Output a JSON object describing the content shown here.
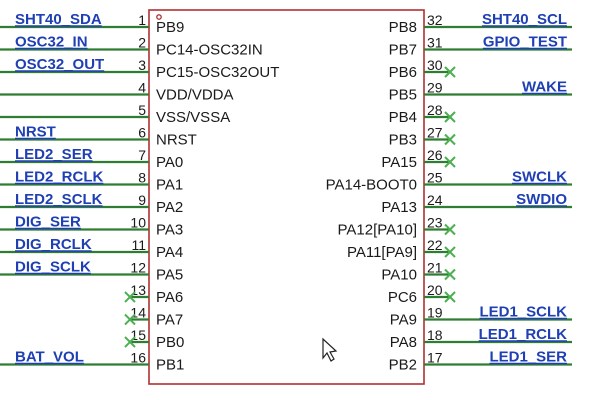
{
  "chip": {
    "left_pins": [
      {
        "num": "1",
        "name": "PB9",
        "net": "SHT40_SDA"
      },
      {
        "num": "2",
        "name": "PC14-OSC32IN",
        "net": "OSC32_IN"
      },
      {
        "num": "3",
        "name": "PC15-OSC32OUT",
        "net": "OSC32_OUT"
      },
      {
        "num": "4",
        "name": "VDD/VDDA",
        "net": ""
      },
      {
        "num": "5",
        "name": "VSS/VSSA",
        "net": ""
      },
      {
        "num": "6",
        "name": "NRST",
        "net": "NRST"
      },
      {
        "num": "7",
        "name": "PA0",
        "net": "LED2_SER"
      },
      {
        "num": "8",
        "name": "PA1",
        "net": "LED2_RCLK"
      },
      {
        "num": "9",
        "name": "PA2",
        "net": "LED2_SCLK"
      },
      {
        "num": "10",
        "name": "PA3",
        "net": "DIG_SER"
      },
      {
        "num": "11",
        "name": "PA4",
        "net": "DIG_RCLK"
      },
      {
        "num": "12",
        "name": "PA5",
        "net": "DIG_SCLK"
      },
      {
        "num": "13",
        "name": "PA6",
        "net": "",
        "nc": true
      },
      {
        "num": "14",
        "name": "PA7",
        "net": "",
        "nc": true
      },
      {
        "num": "15",
        "name": "PB0",
        "net": "",
        "nc": true
      },
      {
        "num": "16",
        "name": "PB1",
        "net": "BAT_VOL"
      }
    ],
    "right_pins": [
      {
        "num": "32",
        "name": "PB8",
        "net": "SHT40_SCL"
      },
      {
        "num": "31",
        "name": "PB7",
        "net": "GPIO_TEST"
      },
      {
        "num": "30",
        "name": "PB6",
        "net": "",
        "nc": true
      },
      {
        "num": "29",
        "name": "PB5",
        "net": "WAKE"
      },
      {
        "num": "28",
        "name": "PB4",
        "net": "",
        "nc": true
      },
      {
        "num": "27",
        "name": "PB3",
        "net": "",
        "nc": true
      },
      {
        "num": "26",
        "name": "PA15",
        "net": "",
        "nc": true
      },
      {
        "num": "25",
        "name": "PA14-BOOT0",
        "net": "SWCLK"
      },
      {
        "num": "24",
        "name": "PA13",
        "net": "SWDIO"
      },
      {
        "num": "23",
        "name": "PA12[PA10]",
        "net": "",
        "nc": true
      },
      {
        "num": "22",
        "name": "PA11[PA9]",
        "net": "",
        "nc": true
      },
      {
        "num": "21",
        "name": "PA10",
        "net": "",
        "nc": true
      },
      {
        "num": "20",
        "name": "PC6",
        "net": "",
        "nc": true
      },
      {
        "num": "19",
        "name": "PA9",
        "net": "LED1_SCLK"
      },
      {
        "num": "18",
        "name": "PA8",
        "net": "LED1_RCLK"
      },
      {
        "num": "17",
        "name": "PB2",
        "net": "LED1_SER"
      }
    ]
  },
  "colors": {
    "body_border": "#b03030",
    "wire": "#2e7d32",
    "net_label": "#1f3fb4",
    "no_connect": "#4caf50",
    "text": "#1a1a1a"
  },
  "icons": {
    "pin1_marker": "small-circle",
    "cursor": "mouse-pointer-arrow"
  }
}
